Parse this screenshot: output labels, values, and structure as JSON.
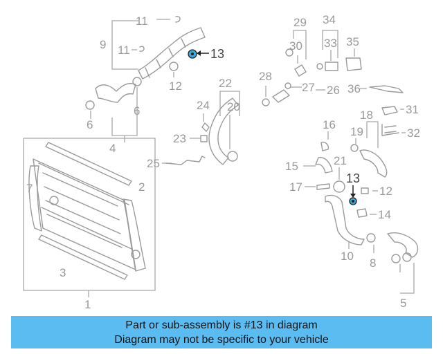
{
  "labels": {
    "l1": "1",
    "l2": "2",
    "l3": "3",
    "l4": "4",
    "l5": "5",
    "l6a": "6",
    "l6b": "6",
    "l7": "7",
    "l8": "8",
    "l9": "9",
    "l10": "10",
    "l11a": "11",
    "l11b": "11",
    "l12a": "12",
    "l12b": "12",
    "l13a": "13",
    "l13b": "13",
    "l14": "14",
    "l15": "15",
    "l16": "16",
    "l17": "17",
    "l18": "18",
    "l19": "19",
    "l20": "20",
    "l21": "21",
    "l22": "22",
    "l23": "23",
    "l24": "24",
    "l25": "25",
    "l26": "26",
    "l27": "27",
    "l28": "28",
    "l29": "29",
    "l30": "30",
    "l31": "31",
    "l32": "32",
    "l33": "33",
    "l34": "34",
    "l35": "35",
    "l36": "36"
  },
  "highlight": {
    "part_number": "13",
    "color": "#3aa8d8"
  },
  "banner": {
    "line1": "Part or sub-assembly is #13 in diagram",
    "line2": "Diagram may not be specific to your vehicle",
    "background": "#5bbcf2"
  }
}
